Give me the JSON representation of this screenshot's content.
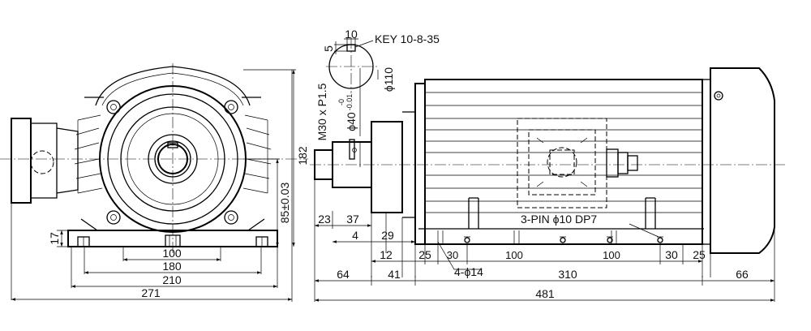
{
  "front_view": {
    "width_overall": "271",
    "foot_span": "210",
    "bolt_span": "180",
    "inner_span": "100",
    "height_total": "182",
    "shaft_height": "85±0.03",
    "foot_height": "17"
  },
  "side_view": {
    "key_label": "KEY 10-8-35",
    "key_width": "10",
    "key_depth": "5",
    "thread": "M30 x P1.5",
    "shaft_dia_prefix": "ϕ40",
    "shaft_tol_upper": "-0",
    "shaft_tol_lower": "-0.01",
    "flange_dia": "ϕ110",
    "pin_label": "3-PIN ϕ10 DP7",
    "holes_label": "4-ϕ14",
    "dim_23": "23",
    "dim_37": "37",
    "dim_4": "4",
    "dim_29": "29",
    "dim_12": "12",
    "dim_25_left": "25",
    "dim_30_left": "30",
    "dim_100_left": "100",
    "dim_100_right": "100",
    "dim_30_right": "30",
    "dim_25_right": "25",
    "dim_64": "64",
    "dim_41": "41",
    "dim_310": "310",
    "dim_66": "66",
    "dim_481": "481"
  }
}
